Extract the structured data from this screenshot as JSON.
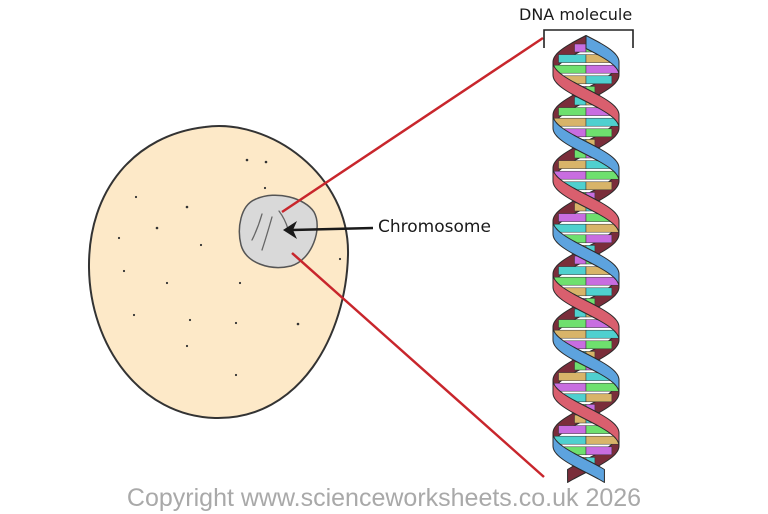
{
  "labels": {
    "dna_molecule": "DNA molecule",
    "chromosome": "Chromosome"
  },
  "copyright": "Copyright www.scienceworksheets.co.uk 2026",
  "colors": {
    "cell_fill": "#fde9c8",
    "cell_outline": "#333333",
    "nucleus_fill": "#d9d9d9",
    "zoom_lines": "#c8262c",
    "strand_blue": "#5da3de",
    "strand_red": "#d95f6e",
    "strand_back": "#7a2d3a",
    "bases": [
      "#c86de0",
      "#4fd0cf",
      "#6ee06e",
      "#d8b469",
      "#2f6f7a"
    ]
  }
}
